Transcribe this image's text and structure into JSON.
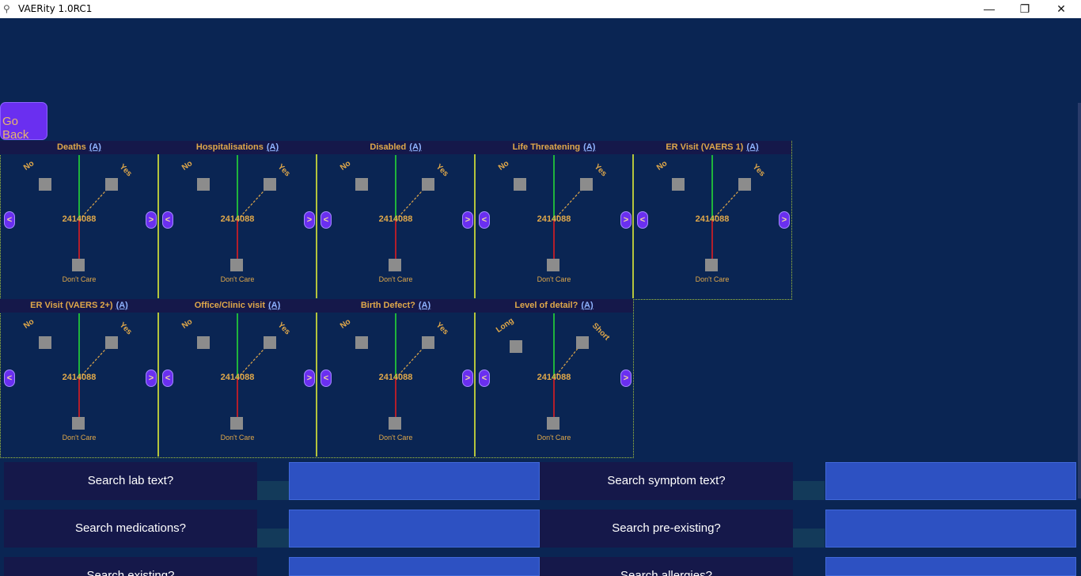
{
  "window": {
    "title": "VAERity 1.0RC1",
    "minimize_glyph": "—",
    "maximize_glyph": "❐",
    "close_glyph": "✕"
  },
  "go_back_label": "Go Back",
  "auto_label": "(A)",
  "dont_care_label": "Don't Care",
  "prev_glyph": "<",
  "next_glyph": ">",
  "panels": [
    {
      "title": "Deaths",
      "left": "No",
      "right": "Yes",
      "count": "2414088"
    },
    {
      "title": "Hospitalisations",
      "left": "No",
      "right": "Yes",
      "count": "2414088"
    },
    {
      "title": "Disabled",
      "left": "No",
      "right": "Yes",
      "count": "2414088"
    },
    {
      "title": "Life Threatening",
      "left": "No",
      "right": "Yes",
      "count": "2414088"
    },
    {
      "title": "ER Visit (VAERS 1)",
      "left": "No",
      "right": "Yes",
      "count": "2414088"
    },
    {
      "title": "ER Visit (VAERS 2+)",
      "left": "No",
      "right": "Yes",
      "count": "2414088"
    },
    {
      "title": "Office/Clinic visit",
      "left": "No",
      "right": "Yes",
      "count": "2414088"
    },
    {
      "title": "Birth Defect?",
      "left": "No",
      "right": "Yes",
      "count": "2414088"
    },
    {
      "title": "Level of detail?",
      "left": "Long",
      "right": "Short",
      "count": "2414088"
    }
  ],
  "search_rows": [
    {
      "left_label": "Search lab text?",
      "right_label": "Search symptom text?"
    },
    {
      "left_label": "Search medications?",
      "right_label": "Search pre-existing?"
    },
    {
      "left_label": "Search existing?",
      "right_label": "Search allergies?"
    }
  ],
  "colors": {
    "background": "#0a2553",
    "accent": "#6a2ff0",
    "label": "#e0a84a",
    "input": "#2d51c2"
  }
}
